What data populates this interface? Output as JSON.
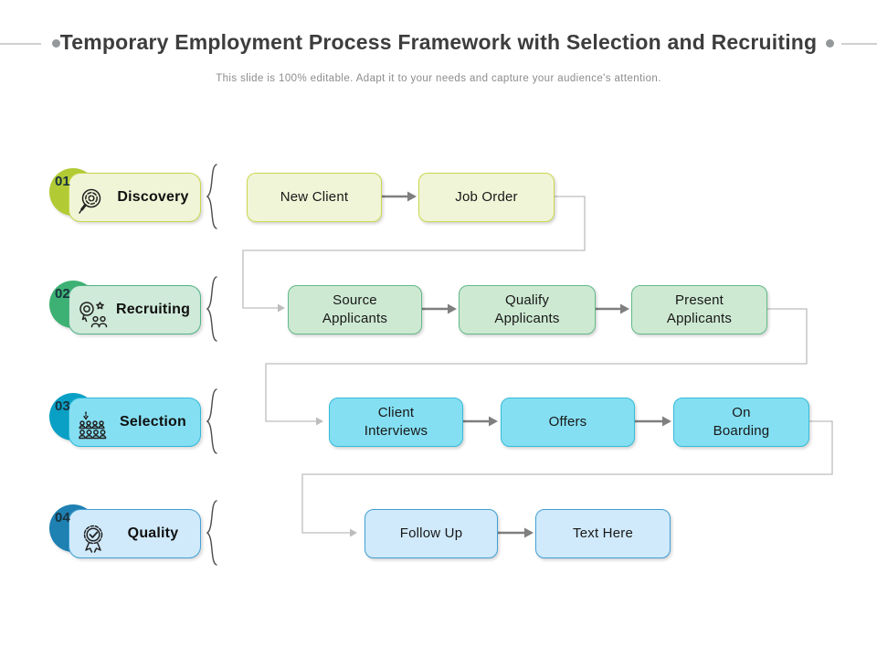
{
  "slide": {
    "title": "Temporary Employment Process Framework with Selection and Recruiting",
    "subtitle": "This slide is 100% editable. Adapt it to your needs and capture your audience's attention."
  },
  "colors": {
    "flow_arrow": "#7f7f7f",
    "connector": "#bdbdbd",
    "title_text": "#3d3d3d",
    "subtitle_text": "#8c8c8c",
    "decor": "#94989b"
  },
  "rows": [
    {
      "number": "01",
      "label": "Discovery",
      "icon": "magnifier-fingerprint-icon",
      "colors": {
        "circle": "#b2cb35",
        "label_fill": "#f0f5d7",
        "label_border": "#c8d54a",
        "step_fill": "#f0f5d7",
        "step_border": "#cbd84e"
      },
      "steps": [
        "New Client",
        "Job Order"
      ]
    },
    {
      "number": "02",
      "label": "Recruiting",
      "icon": "recruiter-people-star-icon",
      "colors": {
        "circle": "#3db173",
        "label_fill": "#cfead9",
        "label_border": "#50b287",
        "step_fill": "#cde9d2",
        "step_border": "#62b988"
      },
      "steps": [
        "Source Applicants",
        "Qualify Applicants",
        "Present Applicants"
      ]
    },
    {
      "number": "03",
      "label": "Selection",
      "icon": "people-group-arrow-icon",
      "colors": {
        "circle": "#0aa0c5",
        "label_fill": "#85dff3",
        "label_border": "#2fb9d8",
        "step_fill": "#84dff2",
        "step_border": "#35bcd9"
      },
      "steps": [
        "Client Interviews",
        "Offers",
        "On Boarding"
      ]
    },
    {
      "number": "04",
      "label": "Quality",
      "icon": "award-ribbon-check-icon",
      "colors": {
        "circle": "#1f80b2",
        "label_fill": "#d0eafb",
        "label_border": "#429fd3",
        "step_fill": "#d0eafb",
        "step_border": "#429fd3"
      },
      "steps": [
        "Follow Up",
        "Text Here"
      ]
    }
  ]
}
